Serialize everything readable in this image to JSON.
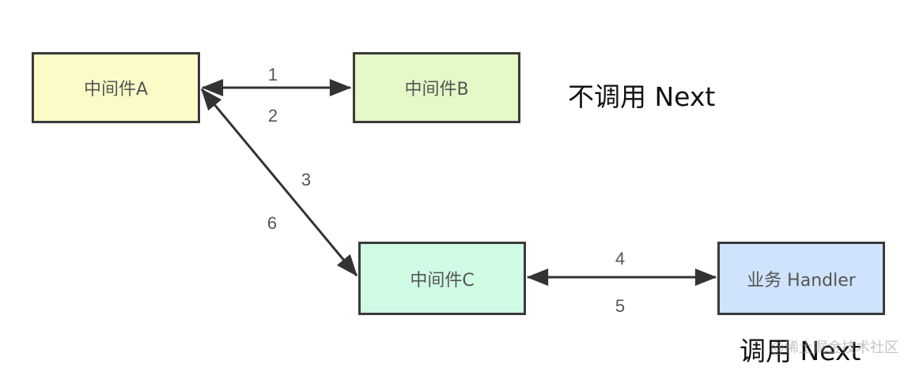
{
  "nodes": {
    "a": {
      "label": "中间件A",
      "fill": "#fbfbc8"
    },
    "b": {
      "label": "中间件B",
      "fill": "#e3f9c7"
    },
    "c": {
      "label": "中间件C",
      "fill": "#cffae4"
    },
    "d": {
      "label": "业务 Handler",
      "fill": "#cfe3fc"
    }
  },
  "edges": {
    "ab": {
      "label_top": "1",
      "label_bottom": "2"
    },
    "ac": {
      "label_top": "3",
      "label_bottom": "6"
    },
    "cd": {
      "label_top": "4",
      "label_bottom": "5"
    }
  },
  "notes": {
    "no_next": "不调用  Next",
    "next": "调用  Next"
  },
  "watermark": "@稀土掘金技术社区",
  "colors": {
    "border": "#3a3a3a",
    "arrow": "#333333"
  }
}
